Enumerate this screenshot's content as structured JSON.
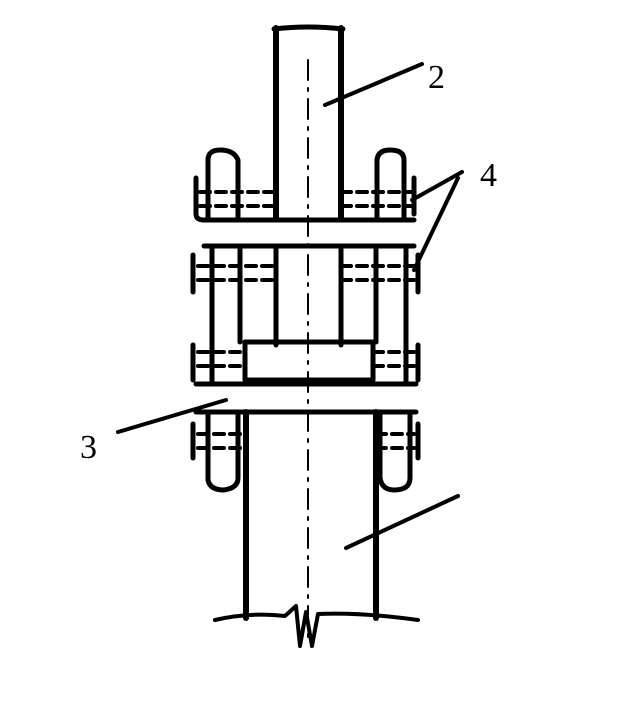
{
  "labels": {
    "l2": "2",
    "l3": "3",
    "l4": "4"
  },
  "colors": {
    "ink": "#000000",
    "background": "#ffffff"
  }
}
